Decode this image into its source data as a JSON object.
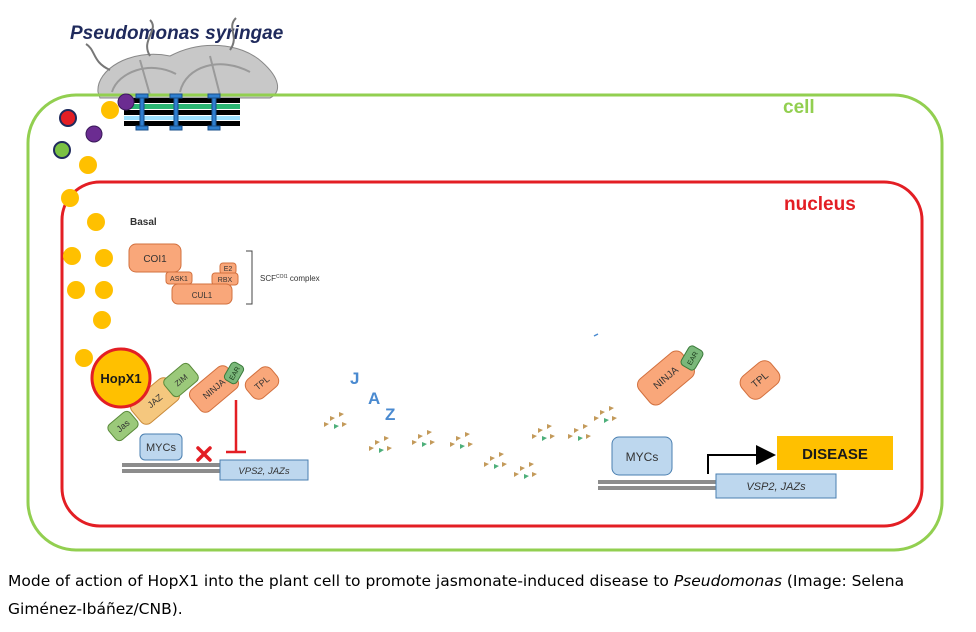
{
  "title": "Pseudomonas syringae",
  "labels": {
    "cell": "cell",
    "nucleus": "nucleus",
    "basal": "Basal",
    "scf_complex": "SCF",
    "scf_superscript": "COI1",
    "scf_suffix": " complex",
    "disease": "DISEASE"
  },
  "proteins": {
    "coi1": "COI1",
    "ask1": "ASK1",
    "rbx": "RBX",
    "e2": "E2",
    "cul1": "CUL1",
    "hopx1": "HopX1",
    "jas": "Jas",
    "jaz": "JAZ",
    "zim": "ZIM",
    "ninja": "NINJA",
    "ear": "EAR",
    "tpl": "TPL",
    "mycs": "MYCs",
    "gene_left": "VPS2, JAZs",
    "gene_right": "VSP2, JAZs",
    "jaz_letters": [
      "J",
      "A",
      "Z"
    ]
  },
  "caption": {
    "part1": "Mode of action of HopX1 into the plant cell to promote jasmonate-induced disease to ",
    "italic": "Pseudomonas",
    "part2": " (Image: Selena Giménez-Ibáñez/CNB)."
  },
  "colors": {
    "cell_border": "#92cf50",
    "nucleus_border": "#e31e24",
    "title": "#1f2a5c",
    "effector_yellow": "#ffc000",
    "effector_red": "#e31e24",
    "effector_purple": "#6b2c91",
    "effector_green": "#7ac143",
    "protein_orange": "#f9a77a",
    "protein_green": "#9bc97a",
    "mycs_blue": "#bdd7ee",
    "disease_box": "#ffc000",
    "fragment_brown": "#c39a5a",
    "fragment_green": "#4daf7a"
  }
}
